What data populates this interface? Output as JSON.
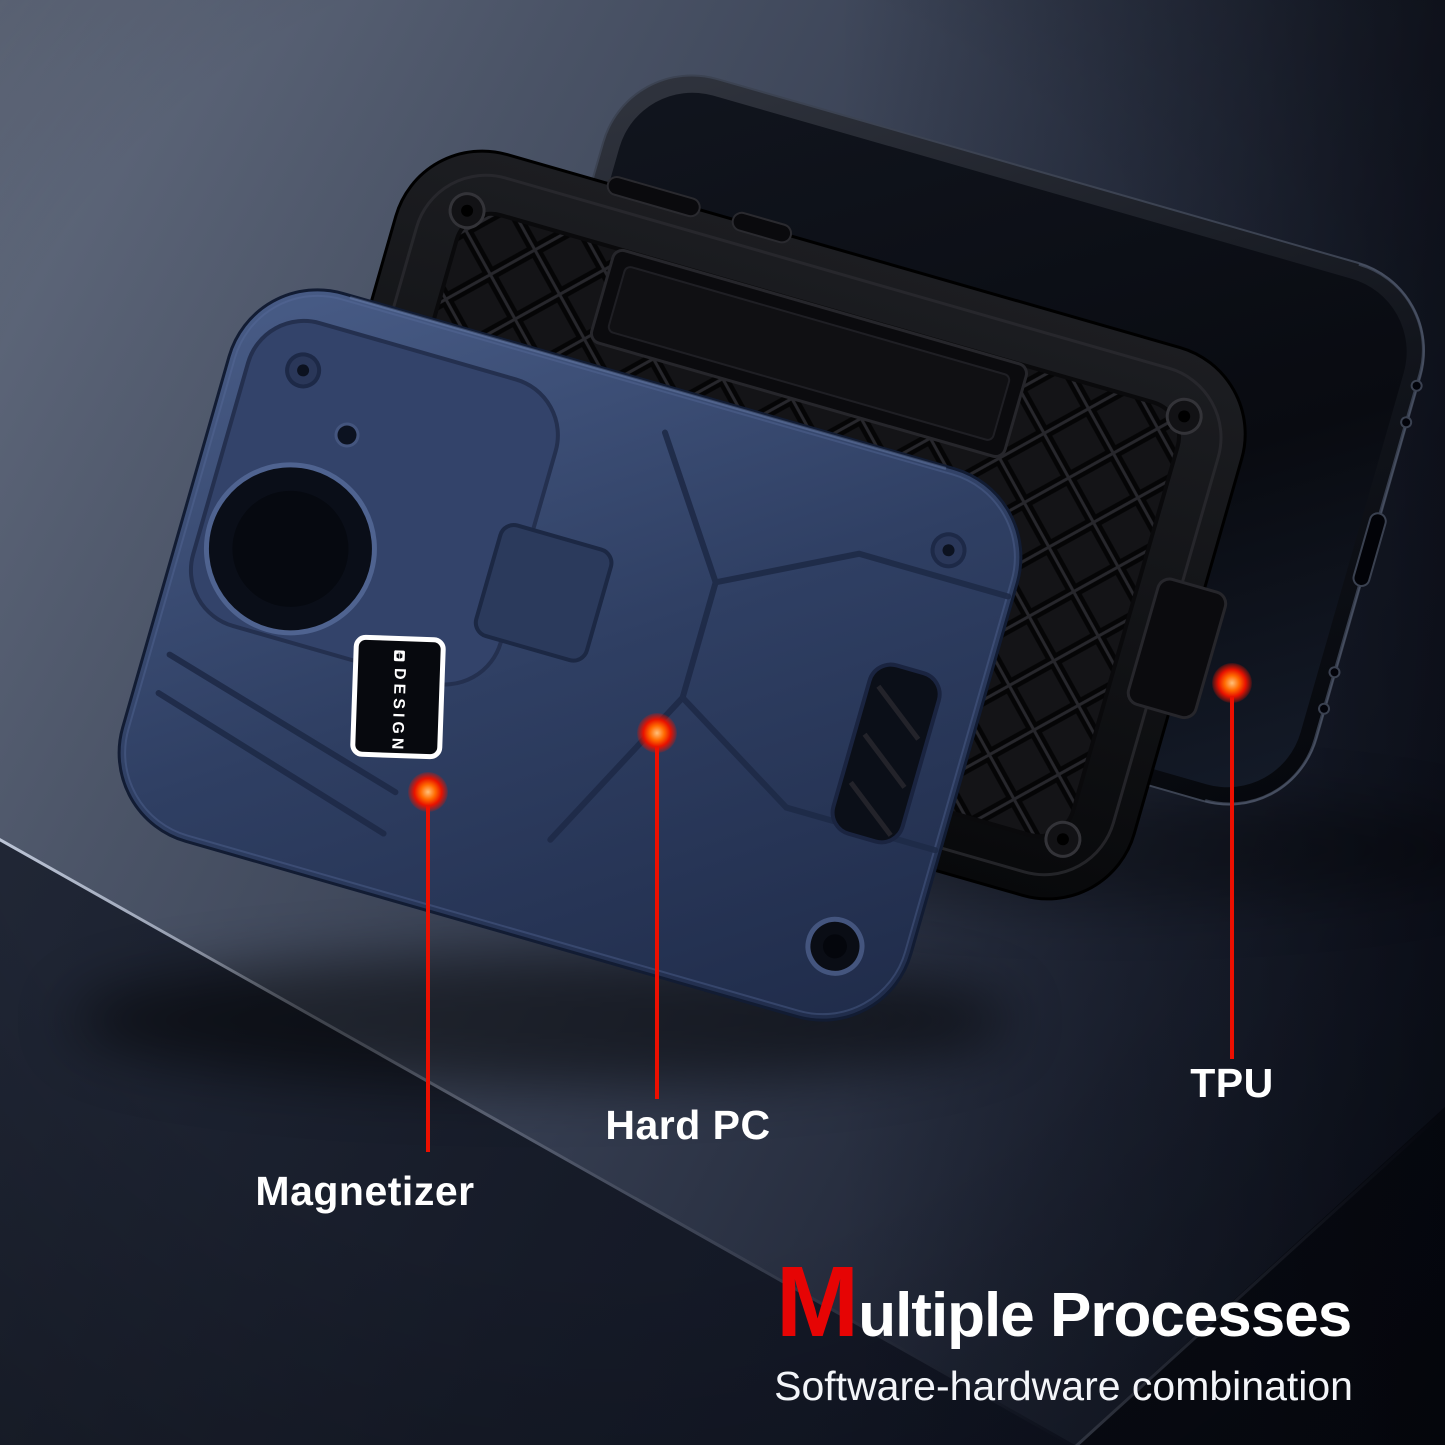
{
  "design_chip": {
    "label": "DESIGN"
  },
  "callouts": [
    {
      "id": "magnetizer",
      "label": "Magnetizer"
    },
    {
      "id": "hard-pc",
      "label": "Hard PC"
    },
    {
      "id": "tpu",
      "label": "TPU"
    }
  ],
  "headline": {
    "lead": "M",
    "rest": "ultiple Processes"
  },
  "subheadline": "Software-hardware combination",
  "colors": {
    "accent_red": "#e60404",
    "callout_line_red": "#ec0f00",
    "glow_orange": "#ff6a00",
    "case_blue": "#31405f",
    "tpu_black": "#0c0d10",
    "text_white": "#ffffff"
  }
}
